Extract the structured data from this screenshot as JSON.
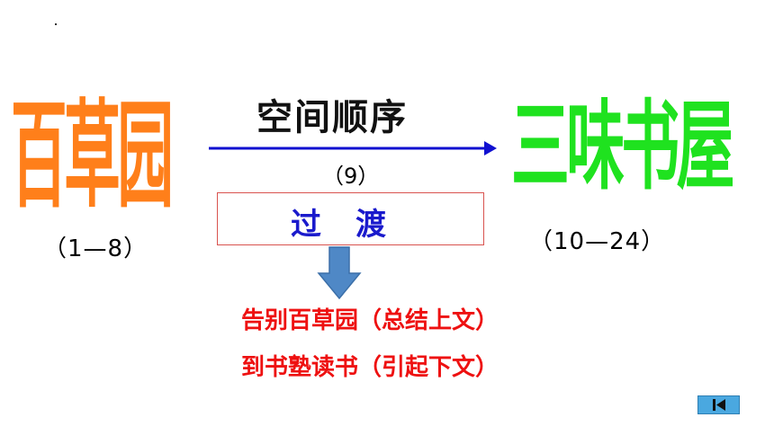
{
  "left_node": {
    "title": "百草园",
    "paragraphs": "（1—8）",
    "color": "#ff7f1a"
  },
  "right_node": {
    "title": "三味书屋",
    "paragraphs": "（10—24）",
    "color": "#1fe21f"
  },
  "connector": {
    "label": "空间顺序",
    "paragraph": "（9）",
    "arrow_color": "#1010d0"
  },
  "transition": {
    "label": "过　渡",
    "label_color": "#1a1acc",
    "border_color": "#d9534f"
  },
  "summary": {
    "line_1": "告别百草园（总结上文）",
    "line_2": "到书塾读书（引起下文）",
    "color": "#ee1111"
  },
  "navigation": {
    "prev_icon": "skip-back-icon",
    "button_color": "#4aa8e0"
  }
}
